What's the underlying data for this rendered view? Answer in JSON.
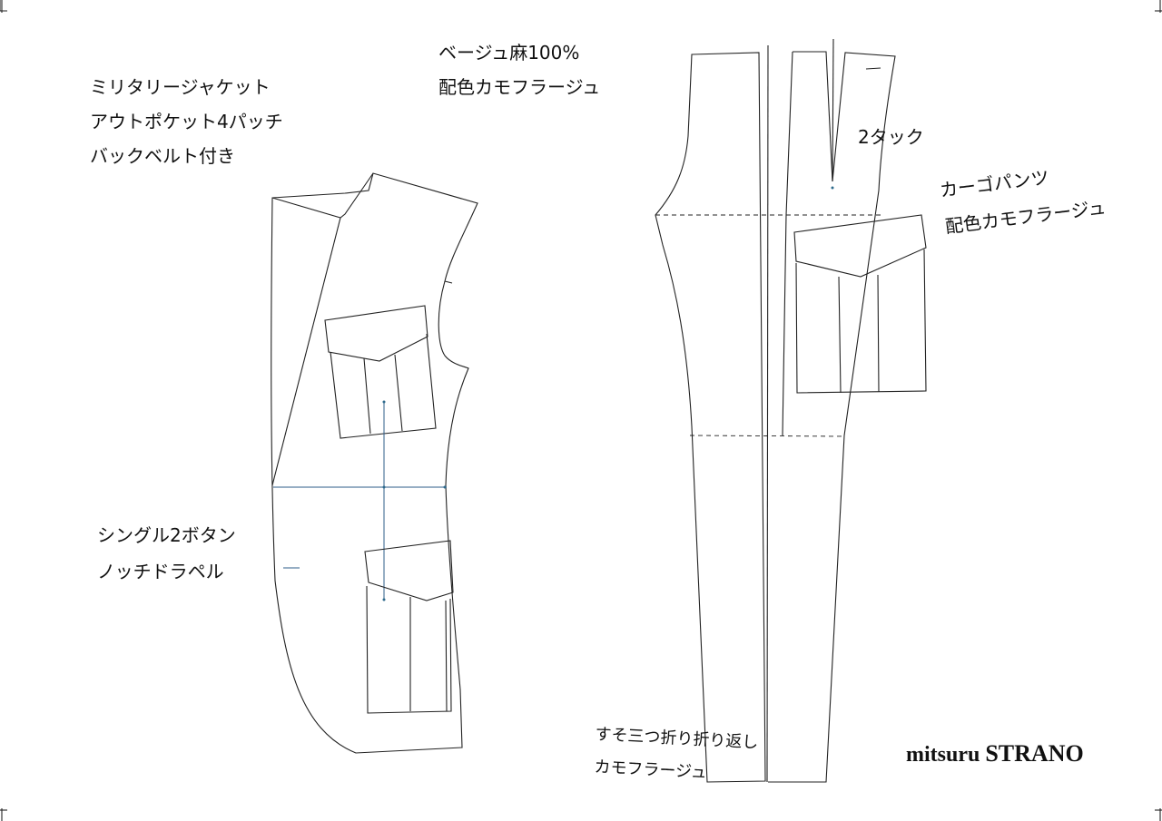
{
  "jacket_notes": [
    "ミリタリージャケット",
    "アウトポケット4パッチ",
    "バックベルト付き"
  ],
  "fabric_notes": [
    "ベージュ麻100%",
    "配色カモフラージュ"
  ],
  "closure_notes": [
    "シングル2ボタン",
    "ノッチドラペル"
  ],
  "tuck_note": "2タック",
  "cargo_notes": [
    "カーゴパンツ",
    "配色カモフラージュ"
  ],
  "hem_notes": [
    "すそ三つ折り折り返し",
    "カモフラージュ"
  ],
  "brand": {
    "first": "mitsuru",
    "second": "STRANO"
  },
  "colors": {
    "line": "#222222",
    "construction_line": "#2d5d8a",
    "background": "#ffffff"
  }
}
